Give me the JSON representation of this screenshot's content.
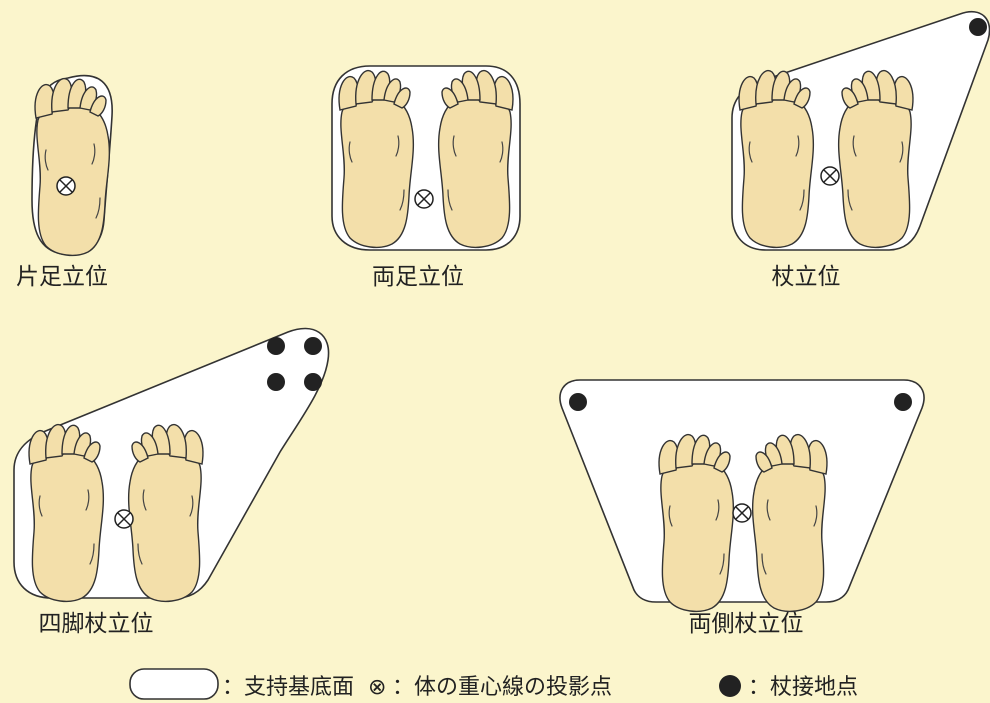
{
  "diagram": {
    "panels": [
      {
        "id": "single",
        "label": "片足立位"
      },
      {
        "id": "double",
        "label": "両足立位"
      },
      {
        "id": "cane",
        "label": "杖立位"
      },
      {
        "id": "quad",
        "label": "四脚杖立位"
      },
      {
        "id": "bilateral",
        "label": "両側杖立位"
      }
    ],
    "legend": {
      "support_base": "：支持基底面",
      "cog_symbol": "⊗",
      "cog": "：体の重心線の投影点",
      "cane_point": "：杖接地点"
    },
    "colors": {
      "background": "#fbf5cc",
      "foot_fill": "#f3dfaa",
      "outline": "#333333",
      "cane_dot": "#222222",
      "support_base_fill": "#ffffff"
    }
  }
}
